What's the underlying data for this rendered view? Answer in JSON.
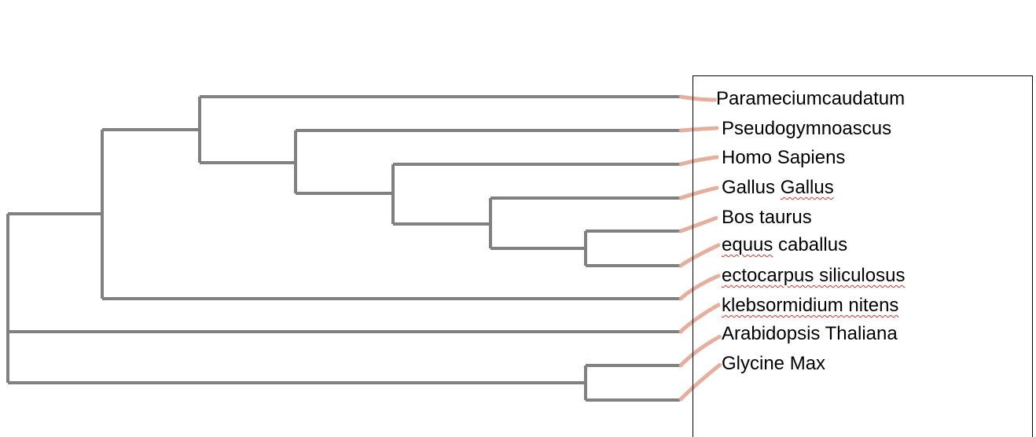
{
  "diagram": {
    "type": "phylogenetic-tree",
    "colors": {
      "branch": "#808080",
      "connector": "#e0a08c",
      "box_border": "#000000",
      "spellcheck": "#d9352c"
    },
    "taxa": [
      {
        "id": "t0",
        "label": "Parameciumcaudatum",
        "spellcheck": false
      },
      {
        "id": "t1",
        "label": "Pseudogymnoascus",
        "spellcheck": false
      },
      {
        "id": "t2",
        "label": "Homo Sapiens",
        "spellcheck": false
      },
      {
        "id": "t3",
        "label": "Gallus Gallus",
        "spellcheck": false,
        "spell_part": "Gallus",
        "rest": "Gallus "
      },
      {
        "id": "t4",
        "label": "Bos taurus",
        "spellcheck": false
      },
      {
        "id": "t5",
        "label": "equus caballus",
        "spellcheck": false,
        "spell_part": "equus",
        "rest": " caballus"
      },
      {
        "id": "t6",
        "label": "ectocarpus siliculosus",
        "spellcheck": true
      },
      {
        "id": "t7",
        "label": "klebsormidium nitens",
        "spellcheck": true
      },
      {
        "id": "t8",
        "label": "Arabidopsis Thaliana",
        "spellcheck": false
      },
      {
        "id": "t9",
        "label": "Glycine Max",
        "spellcheck": false
      }
    ]
  }
}
